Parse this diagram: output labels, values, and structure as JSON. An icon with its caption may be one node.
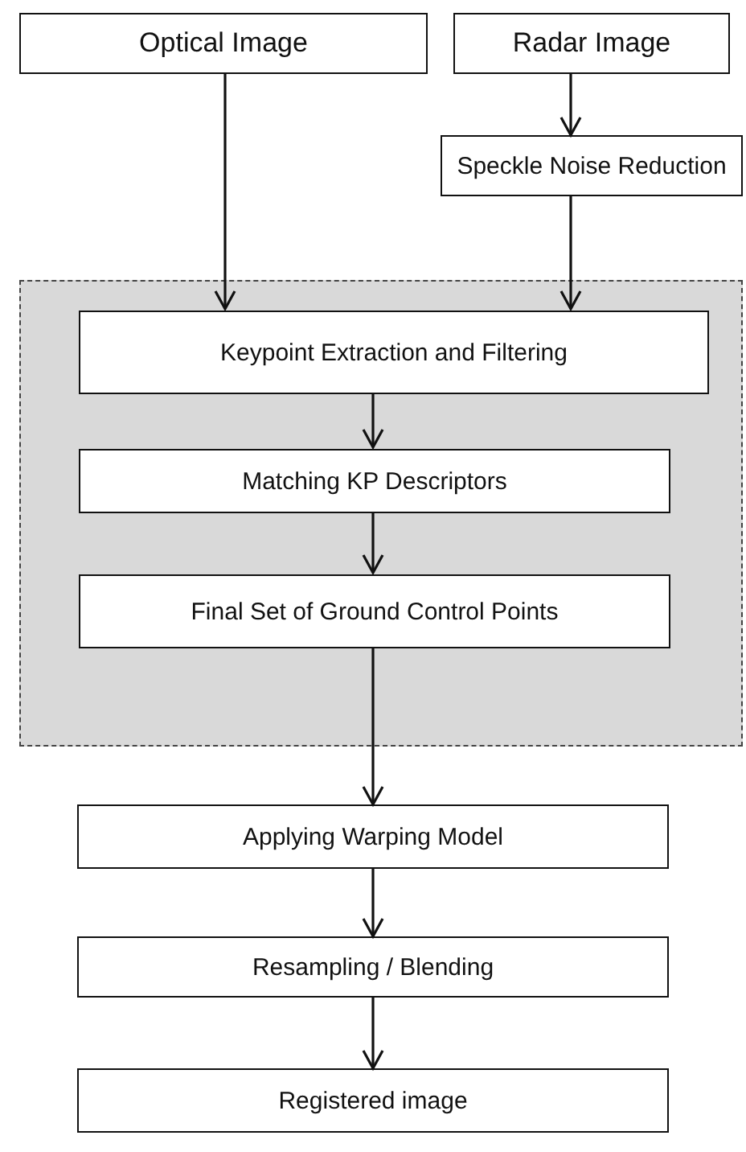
{
  "diagram": {
    "nodes": [
      {
        "text": [
          "Optical Image"
        ]
      },
      {
        "text": [
          "Radar Image"
        ]
      },
      {
        "text": [
          "Speckle Noise Reduction"
        ]
      },
      {
        "text": [],
        "shape": "box"
      },
      {
        "text": [
          "Keypoint Extraction and Filtering"
        ],
        "in": 3
      },
      {
        "text": [
          "Matching KP Descriptors"
        ],
        "in": 3
      },
      {
        "text": [
          "Final Set of Ground Control Points"
        ],
        "in": 3
      },
      {
        "text": [
          "Applying Warping Model"
        ]
      },
      {
        "text": [
          "Resampling / Blending"
        ]
      },
      {
        "text": [
          "Registered image"
        ]
      }
    ],
    "edges": [
      {
        "from": 0,
        "to": 4,
        "arrow": "to"
      },
      {
        "from": 1,
        "to": 2,
        "arrow": "to"
      },
      {
        "from": 2,
        "to": 4,
        "arrow": "to"
      },
      {
        "from": 4,
        "to": 5,
        "arrow": "to"
      },
      {
        "from": 5,
        "to": 6,
        "arrow": "to"
      },
      {
        "from": 6,
        "to": 7,
        "arrow": "to"
      },
      {
        "from": 7,
        "to": 8,
        "arrow": "to"
      },
      {
        "from": 8,
        "to": 9,
        "arrow": "to"
      }
    ]
  }
}
